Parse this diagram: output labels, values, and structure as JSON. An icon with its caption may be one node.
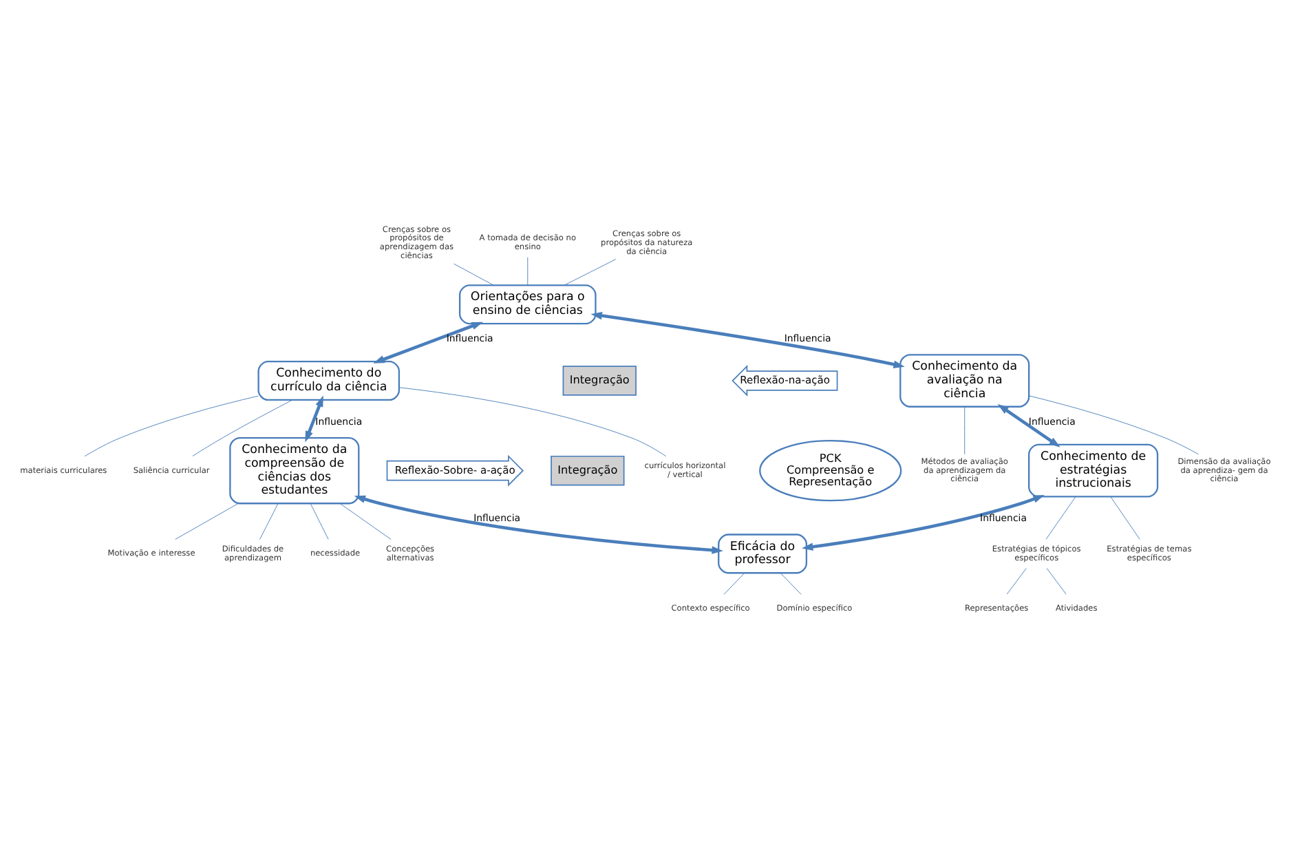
{
  "diagram": {
    "nodes": [
      {
        "text": [
          "Crenças sobre os propósitos de aprendizagem das ciências"
        ]
      },
      {
        "text": [
          "A tomada de decisão no ensino"
        ]
      },
      {
        "text": [
          "Crenças sobre os propósitos da natureza da ciência"
        ]
      },
      {
        "text": [
          "Orientações para o ensino de ciências"
        ]
      },
      {
        "text": [
          "Conhecimento do currículo da ciência"
        ]
      },
      {
        "text": [
          "Integração"
        ]
      },
      {
        "text": [
          "Reflexão-na-ação"
        ]
      },
      {
        "text": [
          "Conhecimento da avaliação na ciência"
        ]
      },
      {
        "text": [
          "materiais curriculares"
        ]
      },
      {
        "text": [
          "Saliência curricular"
        ]
      },
      {
        "text": [
          "currículos horizontal / vertical"
        ]
      },
      {
        "text": [
          "PCK",
          "Compreensão e Representação"
        ]
      },
      {
        "text": [
          "Dimensão da avaliação da aprendiza- gem da ciência"
        ]
      },
      {
        "text": [
          "Métodos de avaliação da aprendizagem da ciência"
        ]
      },
      {
        "text": [
          "Conhecimento da compreensão de ciências dos estudantes"
        ]
      },
      {
        "text": [
          "Reflexão-Sobre- a-ação"
        ]
      },
      {
        "text": [
          "Integração"
        ]
      },
      {
        "text": [
          "Conhecimento de estratégias instrucionais"
        ]
      },
      {
        "text": [
          "Concepções alternativas"
        ]
      },
      {
        "text": [
          "Motivação e interesse"
        ]
      },
      {
        "text": [
          "Dificuldades de aprendizagem"
        ]
      },
      {
        "text": [
          "necessidade"
        ]
      },
      {
        "text": [
          "Eficácia do professor"
        ]
      },
      {
        "text": [
          "Estratégias de temas específicos"
        ]
      },
      {
        "text": [
          "Estratégias de tópicos específicos"
        ]
      },
      {
        "text": [
          "Representações"
        ]
      },
      {
        "text": [
          "Atividades"
        ]
      },
      {
        "text": [
          "Contexto específico"
        ]
      },
      {
        "text": [
          "Domínio específico"
        ]
      }
    ],
    "edges": [
      {
        "from": 0,
        "to": 3,
        "arrow": "none"
      },
      {
        "from": 1,
        "to": 3,
        "arrow": "none"
      },
      {
        "from": 2,
        "to": 3,
        "arrow": "none"
      },
      {
        "from": 3,
        "to": 4,
        "arrow": "both",
        "label": "Influencia",
        "style": "thick"
      },
      {
        "from": 3,
        "to": 7,
        "arrow": "both",
        "label": "Influencia",
        "style": "thick"
      },
      {
        "from": 8,
        "to": 4,
        "arrow": "none"
      },
      {
        "from": 9,
        "to": 4,
        "arrow": "none"
      },
      {
        "from": 10,
        "to": 4,
        "arrow": "none"
      },
      {
        "from": 4,
        "to": 14,
        "arrow": "both",
        "label": "Influencia",
        "style": "thick"
      },
      {
        "from": 12,
        "to": 7,
        "arrow": "none"
      },
      {
        "from": 13,
        "to": 7,
        "arrow": "none"
      },
      {
        "from": 7,
        "to": 17,
        "arrow": "both",
        "label": "Influencia",
        "style": "thick"
      },
      {
        "from": 18,
        "to": 14,
        "arrow": "none"
      },
      {
        "from": 19,
        "to": 14,
        "arrow": "none"
      },
      {
        "from": 20,
        "to": 14,
        "arrow": "none"
      },
      {
        "from": 21,
        "to": 14,
        "arrow": "none"
      },
      {
        "from": 14,
        "to": 22,
        "arrow": "both",
        "label": "Influencia",
        "style": "thick"
      },
      {
        "from": 17,
        "to": 22,
        "arrow": "both",
        "label": "Influencia",
        "style": "thick"
      },
      {
        "from": 23,
        "to": 17,
        "arrow": "none"
      },
      {
        "from": 24,
        "to": 17,
        "arrow": "none"
      },
      {
        "from": 25,
        "to": 24,
        "arrow": "none"
      },
      {
        "from": 26,
        "to": 24,
        "arrow": "none"
      },
      {
        "from": 27,
        "to": 22,
        "arrow": "none"
      },
      {
        "from": 28,
        "to": 22,
        "arrow": "none"
      }
    ]
  }
}
